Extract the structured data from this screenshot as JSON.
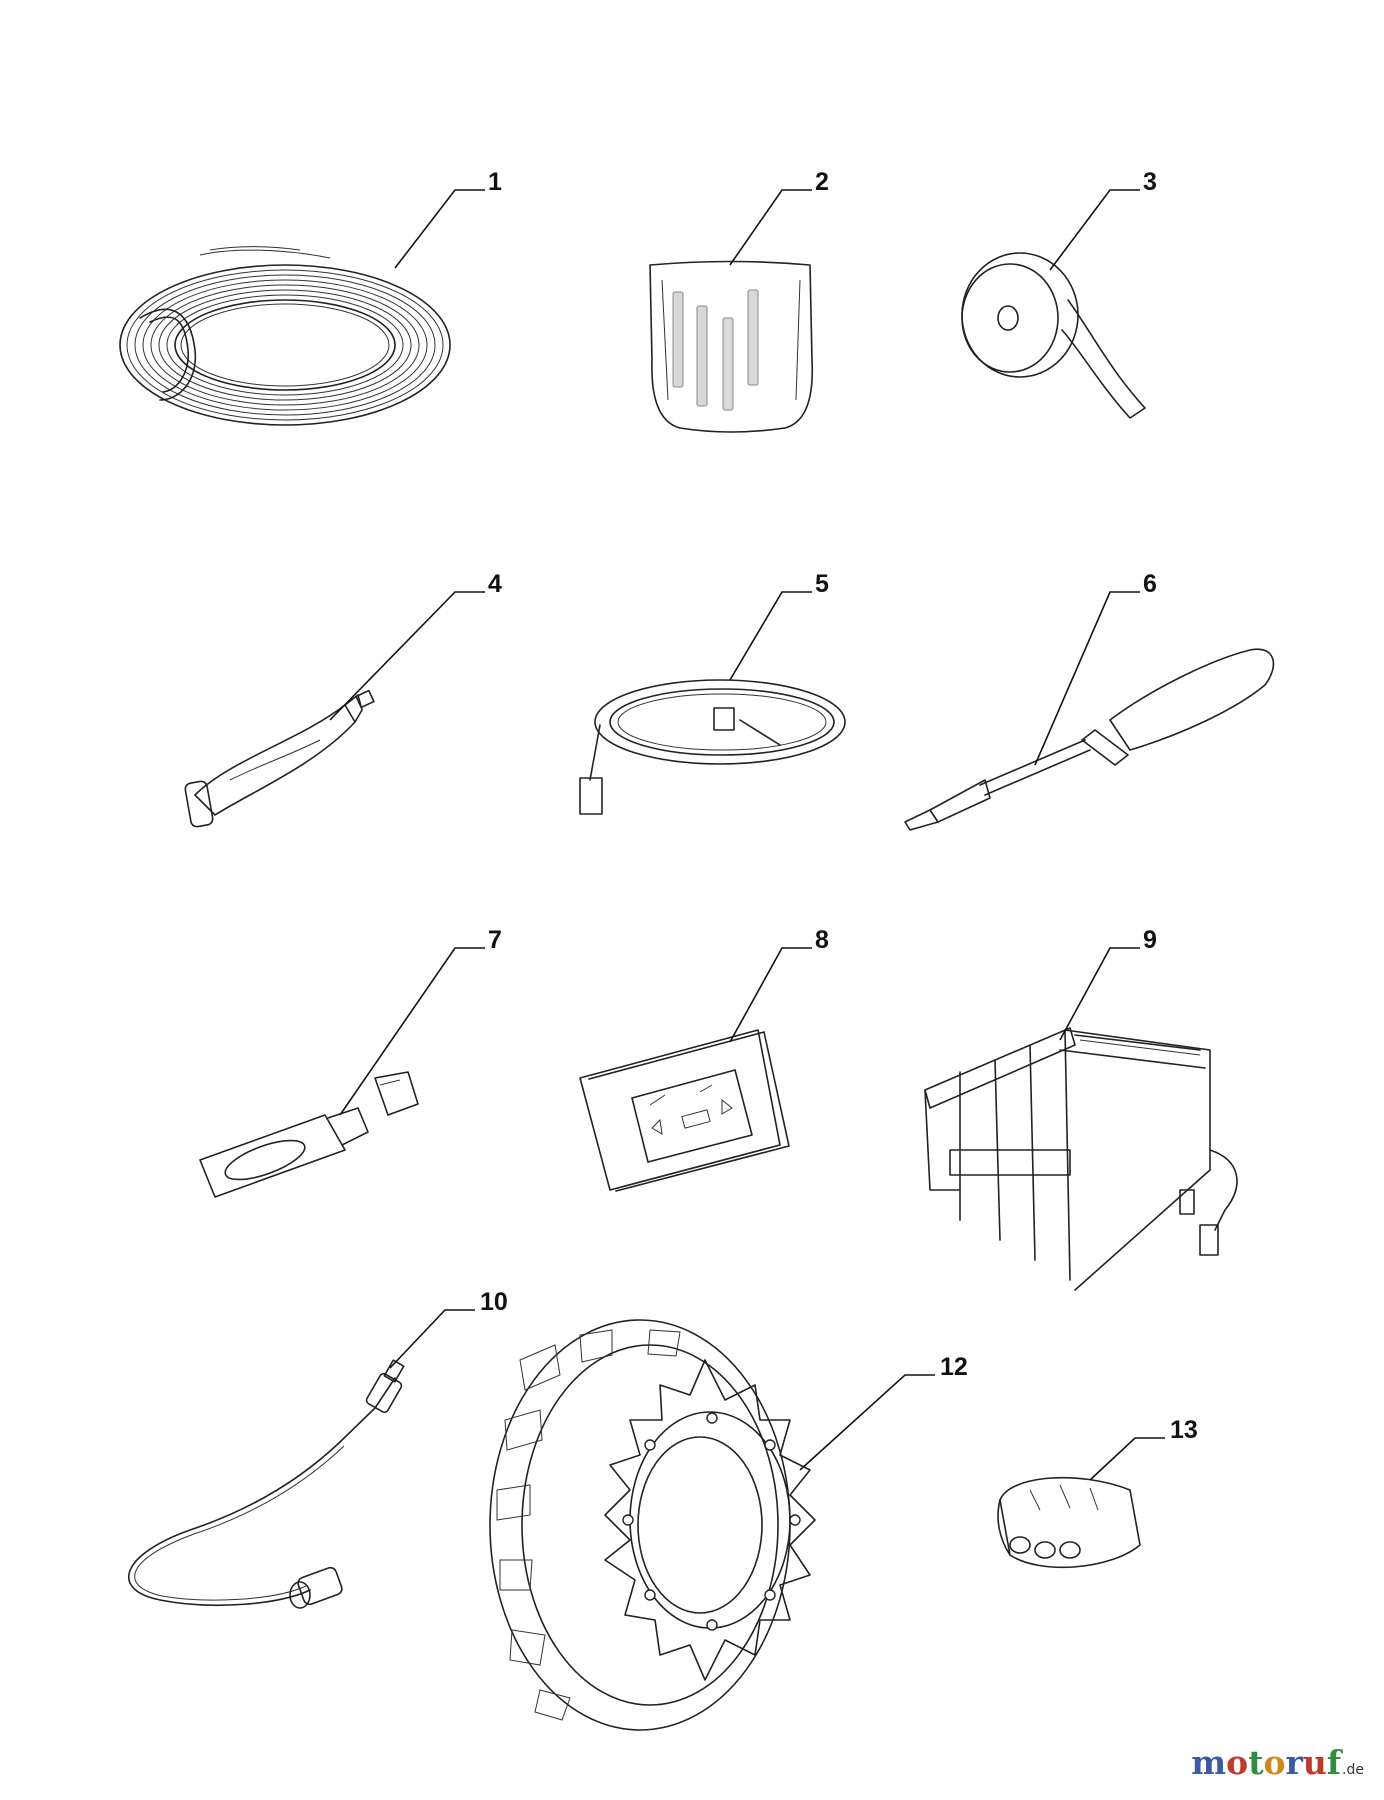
{
  "callouts": [
    {
      "id": 1,
      "label": "1"
    },
    {
      "id": 2,
      "label": "2"
    },
    {
      "id": 3,
      "label": "3"
    },
    {
      "id": 4,
      "label": "4"
    },
    {
      "id": 5,
      "label": "5"
    },
    {
      "id": 6,
      "label": "6"
    },
    {
      "id": 7,
      "label": "7"
    },
    {
      "id": 8,
      "label": "8"
    },
    {
      "id": 9,
      "label": "9"
    },
    {
      "id": 10,
      "label": "10"
    },
    {
      "id": 12,
      "label": "12"
    },
    {
      "id": 13,
      "label": "13"
    }
  ],
  "watermark": {
    "letters": [
      "m",
      "o",
      "t",
      "o",
      "r",
      "u",
      "f"
    ],
    "letter_colors": [
      "#3a5aa8",
      "#c03a2b",
      "#2f8f3e",
      "#d08a1a",
      "#3a5aa8",
      "#c03a2b",
      "#2f8f3e"
    ],
    "suffix": ".de"
  },
  "colors": {
    "line": "#222222",
    "background": "#ffffff"
  }
}
